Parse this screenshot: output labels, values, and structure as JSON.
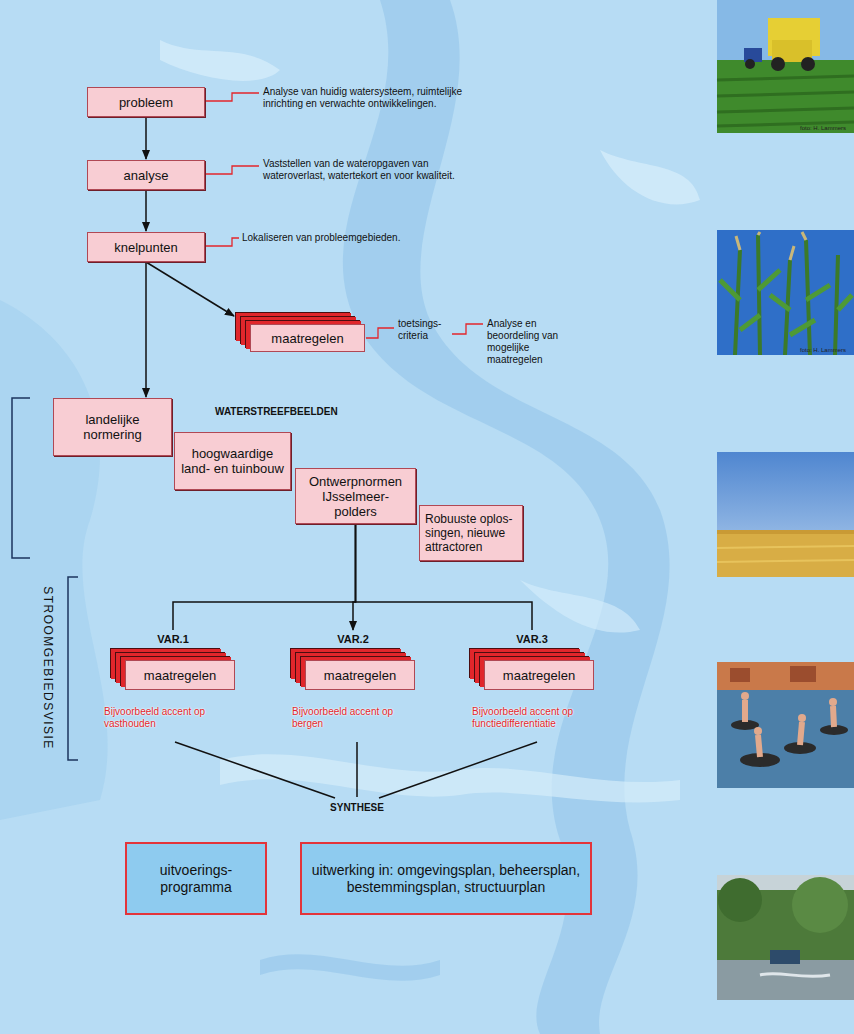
{
  "diagram": {
    "nodes": [
      {
        "text": [
          "probleem"
        ]
      },
      {
        "text": [
          "analyse"
        ]
      },
      {
        "text": [
          "knelpunten"
        ]
      },
      {
        "text": [
          "maatregelen"
        ]
      },
      {
        "text": [
          "landelijke normering"
        ]
      },
      {
        "text": [
          "hoogwaardige land- en tuinbouw"
        ]
      },
      {
        "text": [
          "Ontwerpnormen IJsselmeer- polders"
        ]
      },
      {
        "text": [
          "Robuuste oplos- singen, nieuwe attractoren"
        ]
      },
      {
        "text": [
          "VAR.1",
          "maatregelen"
        ]
      },
      {
        "text": [
          "VAR.2",
          "maatregelen"
        ]
      },
      {
        "text": [
          "VAR.3",
          "maatregelen"
        ]
      },
      {
        "text": [
          "uitvoerings- programma"
        ]
      },
      {
        "text": [
          "uitwerking in: omgevingsplan, beheersplan, bestemmingsplan, structuurplan"
        ]
      }
    ],
    "edges": [
      {
        "from": 0,
        "to": 1,
        "arrow": "to"
      },
      {
        "from": 1,
        "to": 2,
        "arrow": "to"
      },
      {
        "from": 2,
        "to": 3,
        "arrow": "to"
      },
      {
        "from": 2,
        "to": 4,
        "arrow": "to"
      },
      {
        "from": 6,
        "to": 8,
        "arrow": "none"
      },
      {
        "from": 6,
        "to": 9,
        "arrow": "to"
      },
      {
        "from": 6,
        "to": 10,
        "arrow": "none"
      }
    ],
    "labels": [
      "Analyse van huidig watersysteem, ruimtelijke inrichting en verwachte ontwikkelingen.",
      "Vaststellen van de wateropgaven van wateroverlast, watertekort en voor kwaliteit.",
      "Lokaliseren van probleemgebieden.",
      "toetsings- criteria",
      "Analyse en beoordeling van mogelijke maatregelen",
      "WATERSTREEFBEELDEN",
      "STROOMGEBIEDSVISIE",
      "Bijvoorbeeld accent op vasthouden",
      "Bijvoorbeeld accent op bergen",
      "Bijvoorbeeld accent op functiedifferentiatie",
      "SYNTHESE",
      "foto: H. Lammers",
      "foto: H. Lammers"
    ]
  }
}
